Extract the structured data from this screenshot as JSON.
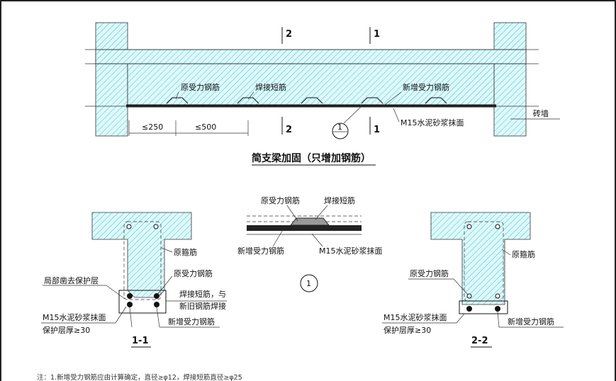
{
  "elevation": {
    "title": "简支梁加固（只增加钢筋）",
    "section_marks": [
      "2",
      "1"
    ],
    "labels": {
      "orig_rebar": "原受力钢筋",
      "weld_bar": "焊接短筋",
      "new_rebar": "新增受力钢筋",
      "mortar": "M15水泥砂浆抹面",
      "brick_wall": "砖墙",
      "dim1": "≤250",
      "dim2": "≤500",
      "detail_ref": "1"
    }
  },
  "detail": {
    "number": "1",
    "orig_rebar": "原受力钢筋",
    "weld_bar": "焊接短筋",
    "new_rebar": "新增受力钢筋",
    "mortar": "M15水泥砂浆抹面"
  },
  "section11": {
    "name": "1-1",
    "stirrup": "原箍筋",
    "orig_rebar": "原受力钢筋",
    "chip_cover": "局部凿去保护层",
    "weld_line1": "焊接短筋，与",
    "weld_line2": "新旧钢筋焊接",
    "mortar": "M15水泥砂浆抹面",
    "cover": "保护层厚≥30",
    "new_rebar": "新增受力钢筋"
  },
  "section22": {
    "name": "2-2",
    "stirrup": "原箍筋",
    "orig_rebar": "原受力钢筋",
    "mortar": "M15水泥砂浆抹面",
    "cover": "保护层厚≥30",
    "new_rebar": "新增受力钢筋"
  },
  "note": "注：1.新增受力钢筋应由计算确定，直径≥φ12，焊接短筋直径≥φ25"
}
